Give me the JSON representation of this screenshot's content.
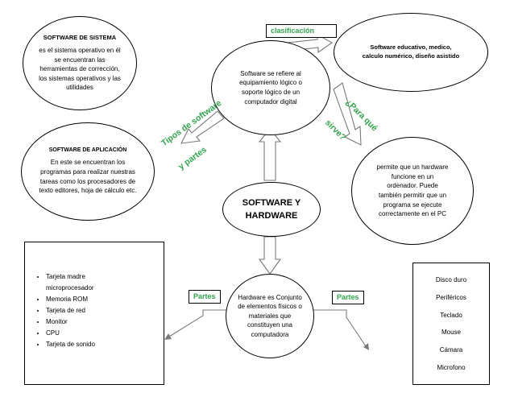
{
  "center": {
    "title_line1": "SOFTWARE Y",
    "title_line2": "HARDWARE"
  },
  "software_def": {
    "text": "Software se refiere al equipamiento lógico o soporte lógico de un computador digital"
  },
  "software_sistema": {
    "title": "SOFTWARE DE SISTEMA",
    "text": "es el sistema operativo en él se encuentran las herramientas de corrección, los sistemas operativos y las utilidades"
  },
  "software_aplicacion": {
    "title": "SOFTWARE DE APLICACIÓN",
    "text": "En este se encuentran los programas para realizar nuestras tareas como los procesadores de texto editores, hoja de cálculo etc."
  },
  "software_educativo": {
    "text": "Software educativo, medico, calculo numérico, diseño asistido"
  },
  "para_que": {
    "text": "permite que un hardware funcione en un ordenador. Puede también permitir que un programa se ejecute correctamente en el PC"
  },
  "hardware_def": {
    "text": "Hardware es Conjunto de elementos físicos o materiales que constituyen una computadora"
  },
  "labels": {
    "clasificacion": "clasificación",
    "tipos_line1": "Tipos de software",
    "tipos_line2": "y partes",
    "para_line1": "¿Para qué",
    "para_line2": "sirve?",
    "partes_left": "Partes",
    "partes_right": "Partes"
  },
  "left_list": [
    "Tarjeta madre microprocesador",
    "Memoria ROM",
    "Tarjeta de red",
    "Monitor",
    "CPU",
    "Tarjeta de sonido"
  ],
  "right_list": [
    "Disco duro",
    "Periféricos",
    "Teclado",
    "Mouse",
    "Cámara",
    "Microfono"
  ]
}
